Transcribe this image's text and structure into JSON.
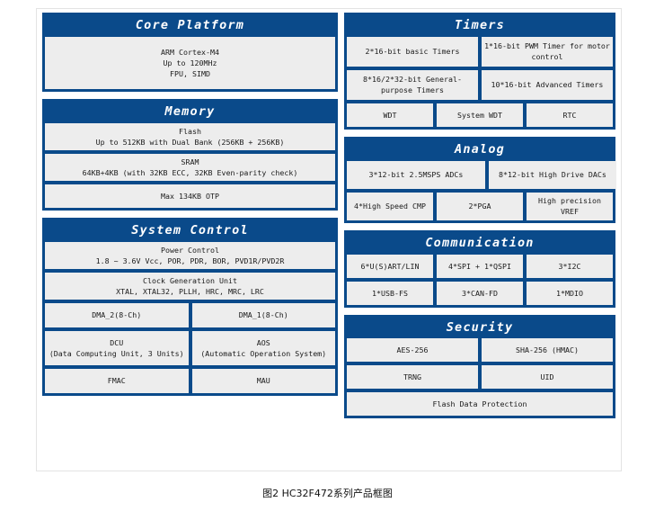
{
  "figure": {
    "caption": "图2 HC32F472系列产品框图",
    "accent_color": "#0a4a8a",
    "cell_color": "#ededed",
    "frame_color": "#e3e3e3"
  },
  "left_column": [
    {
      "title": "Core Platform",
      "rows": [
        [
          "ARM Cortex-M4\nUp to 120MHz\nFPU, SIMD"
        ]
      ]
    },
    {
      "title": "Memory",
      "rows": [
        [
          "Flash\nUp to 512KB with Dual Bank (256KB + 256KB)"
        ],
        [
          "SRAM\n64KB+4KB (with 32KB ECC, 32KB Even-parity check)"
        ],
        [
          "Max 134KB OTP"
        ]
      ]
    },
    {
      "title": "System Control",
      "rows": [
        [
          "Power Control\n1.8 ~ 3.6V Vcc, POR, PDR, BOR,  PVD1R/PVD2R"
        ],
        [
          "Clock Generation Unit\nXTAL, XTAL32, PLLH, HRC, MRC, LRC"
        ],
        [
          "DMA_2(8-Ch)",
          "DMA_1(8-Ch)"
        ],
        [
          "DCU\n(Data Computing Unit, 3 Units)",
          "AOS\n(Automatic Operation System)"
        ],
        [
          "FMAC",
          "MAU"
        ]
      ]
    }
  ],
  "right_column": [
    {
      "title": "Timers",
      "rows": [
        [
          "2*16-bit basic Timers",
          "1*16-bit PWM Timer for motor control"
        ],
        [
          "8*16/2*32-bit General-purpose Timers",
          "10*16-bit Advanced Timers"
        ],
        [
          "WDT",
          "System WDT",
          "RTC"
        ]
      ]
    },
    {
      "title": "Analog",
      "rows": [
        [
          "3*12-bit  2.5MSPS ADCs",
          "8*12-bit High Drive DACs"
        ],
        [
          "4*High Speed CMP",
          "2*PGA",
          "High precision VREF"
        ]
      ]
    },
    {
      "title": "Communication",
      "rows": [
        [
          "6*U(S)ART/LIN",
          "4*SPI + 1*QSPI",
          "3*I2C"
        ],
        [
          "1*USB-FS",
          "3*CAN-FD",
          "1*MDIO"
        ]
      ]
    },
    {
      "title": "Security",
      "rows": [
        [
          "AES-256",
          "SHA-256 (HMAC)"
        ],
        [
          "TRNG",
          "UID"
        ],
        [
          "Flash Data Protection"
        ]
      ]
    }
  ]
}
